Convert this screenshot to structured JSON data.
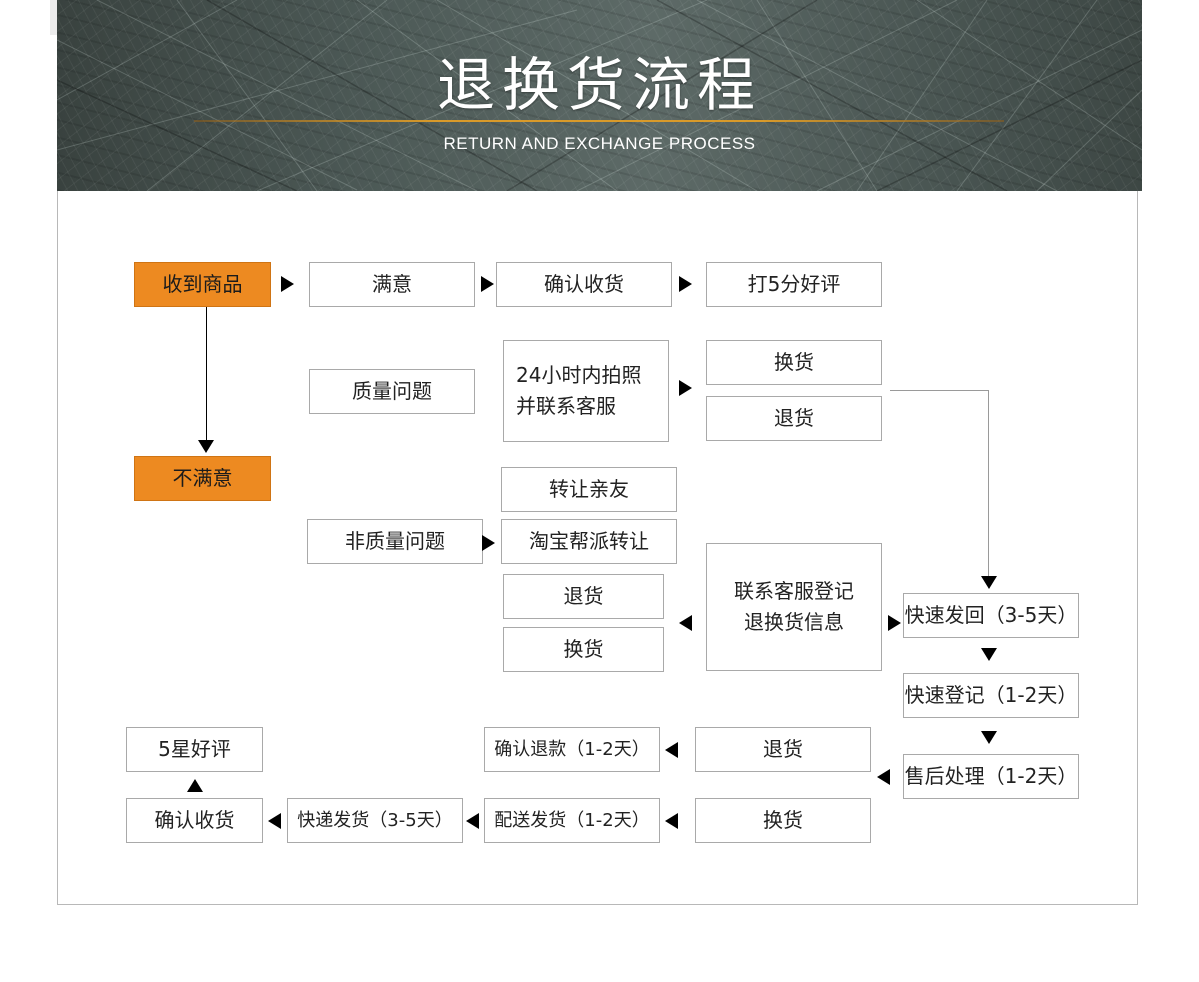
{
  "header": {
    "title": "退换货流程",
    "subtitle": "RETURN AND EXCHANGE PROCESS"
  },
  "colors": {
    "accent": "#ed8a21",
    "rule": "#d99a2a",
    "banner": "#4d5a57"
  },
  "flow": {
    "received": "收到商品",
    "satisfied": "满意",
    "confirm_top": "确认收货",
    "good_review_top": "打5分好评",
    "quality_issue": "质量问题",
    "photo_contact_line1": "24小时内拍照",
    "photo_contact_line2": "并联系客服",
    "exchange_a": "换货",
    "return_a": "退货",
    "unsatisfied": "不满意",
    "non_quality_issue": "非质量问题",
    "transfer_friends": "转让亲友",
    "taobao_transfer": "淘宝帮派转让",
    "return_b": "退货",
    "exchange_b": "换货",
    "register_line1": "联系客服登记",
    "register_line2": "退换货信息",
    "express_back": "快速发回（3-5天）",
    "express_register": "快速登记（1-2天）",
    "after_sales": "售后处理（1-2天）",
    "return_c": "退货",
    "exchange_c": "换货",
    "confirm_refund": "确认退款（1-2天）",
    "dispatch_ship": "配送发货（1-2天）",
    "express_ship": "快递发货（3-5天）",
    "confirm_bottom": "确认收货",
    "good_review_bottom": "5星好评"
  }
}
